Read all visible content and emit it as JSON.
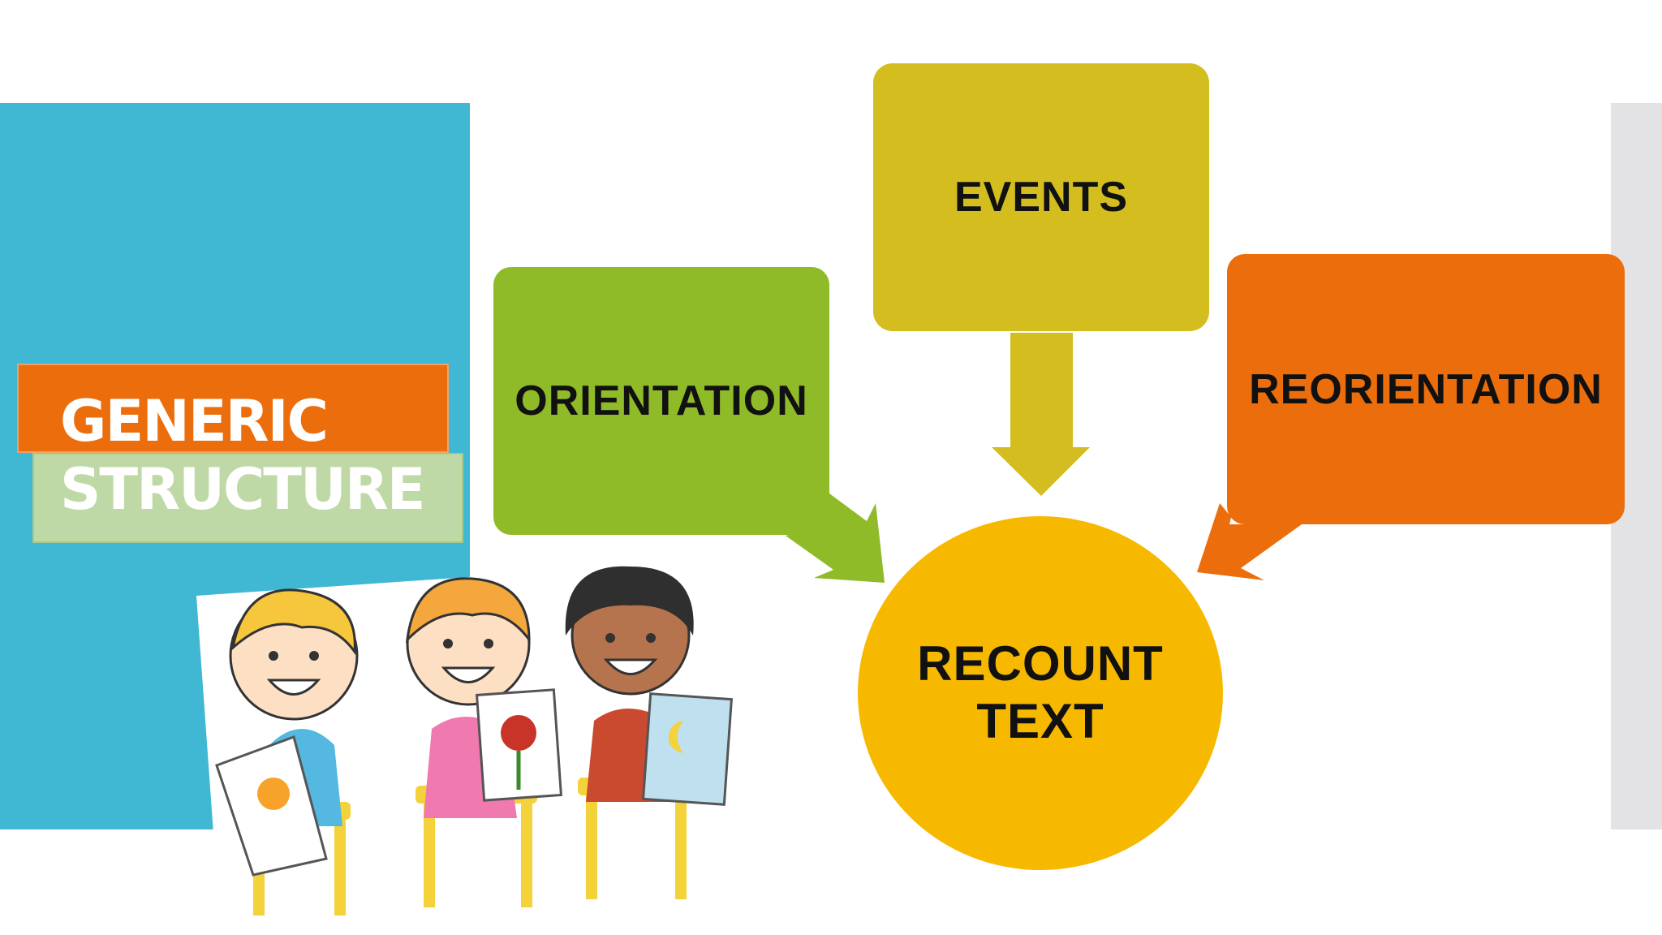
{
  "title": {
    "line1": "GENERIC",
    "line2": "STRUCTURE"
  },
  "nodes": {
    "orientation": "ORIENTATION",
    "events": "EVENTS",
    "reorientation": "REORIENTATION",
    "recount": {
      "line1": "RECOUNT",
      "line2": "TEXT"
    }
  },
  "colors": {
    "panel": "#40b8d4",
    "orange": "#ec6d0c",
    "green": "#8fbb28",
    "olive": "#d3bd1f",
    "gold": "#f7b800",
    "pale_green": "#bfd9a6"
  },
  "illustration": {
    "icon": "children-holding-drawings-icon"
  }
}
